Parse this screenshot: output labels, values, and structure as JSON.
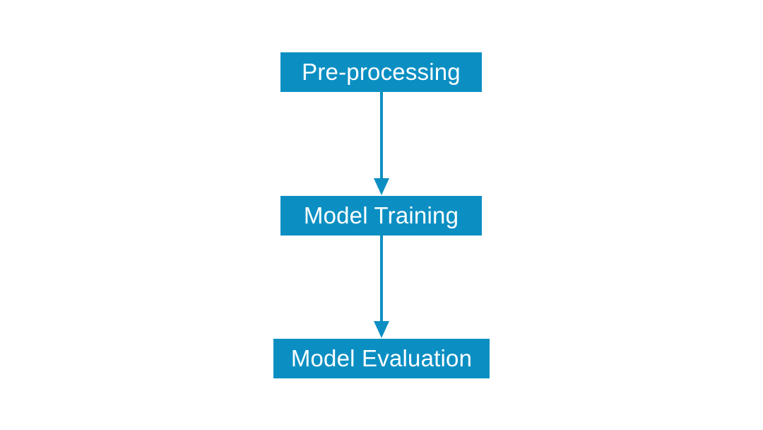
{
  "theme": {
    "box_color": "#0b8fc3",
    "arrow_color": "#0b8fc3",
    "text_color": "#ffffff",
    "background": "#ffffff"
  },
  "flow": {
    "steps": [
      {
        "label": "Pre-processing"
      },
      {
        "label": "Model Training"
      },
      {
        "label": "Model Evaluation"
      }
    ],
    "edges": [
      {
        "from": "Pre-processing",
        "to": "Model Training"
      },
      {
        "from": "Model Training",
        "to": "Model Evaluation"
      }
    ]
  }
}
